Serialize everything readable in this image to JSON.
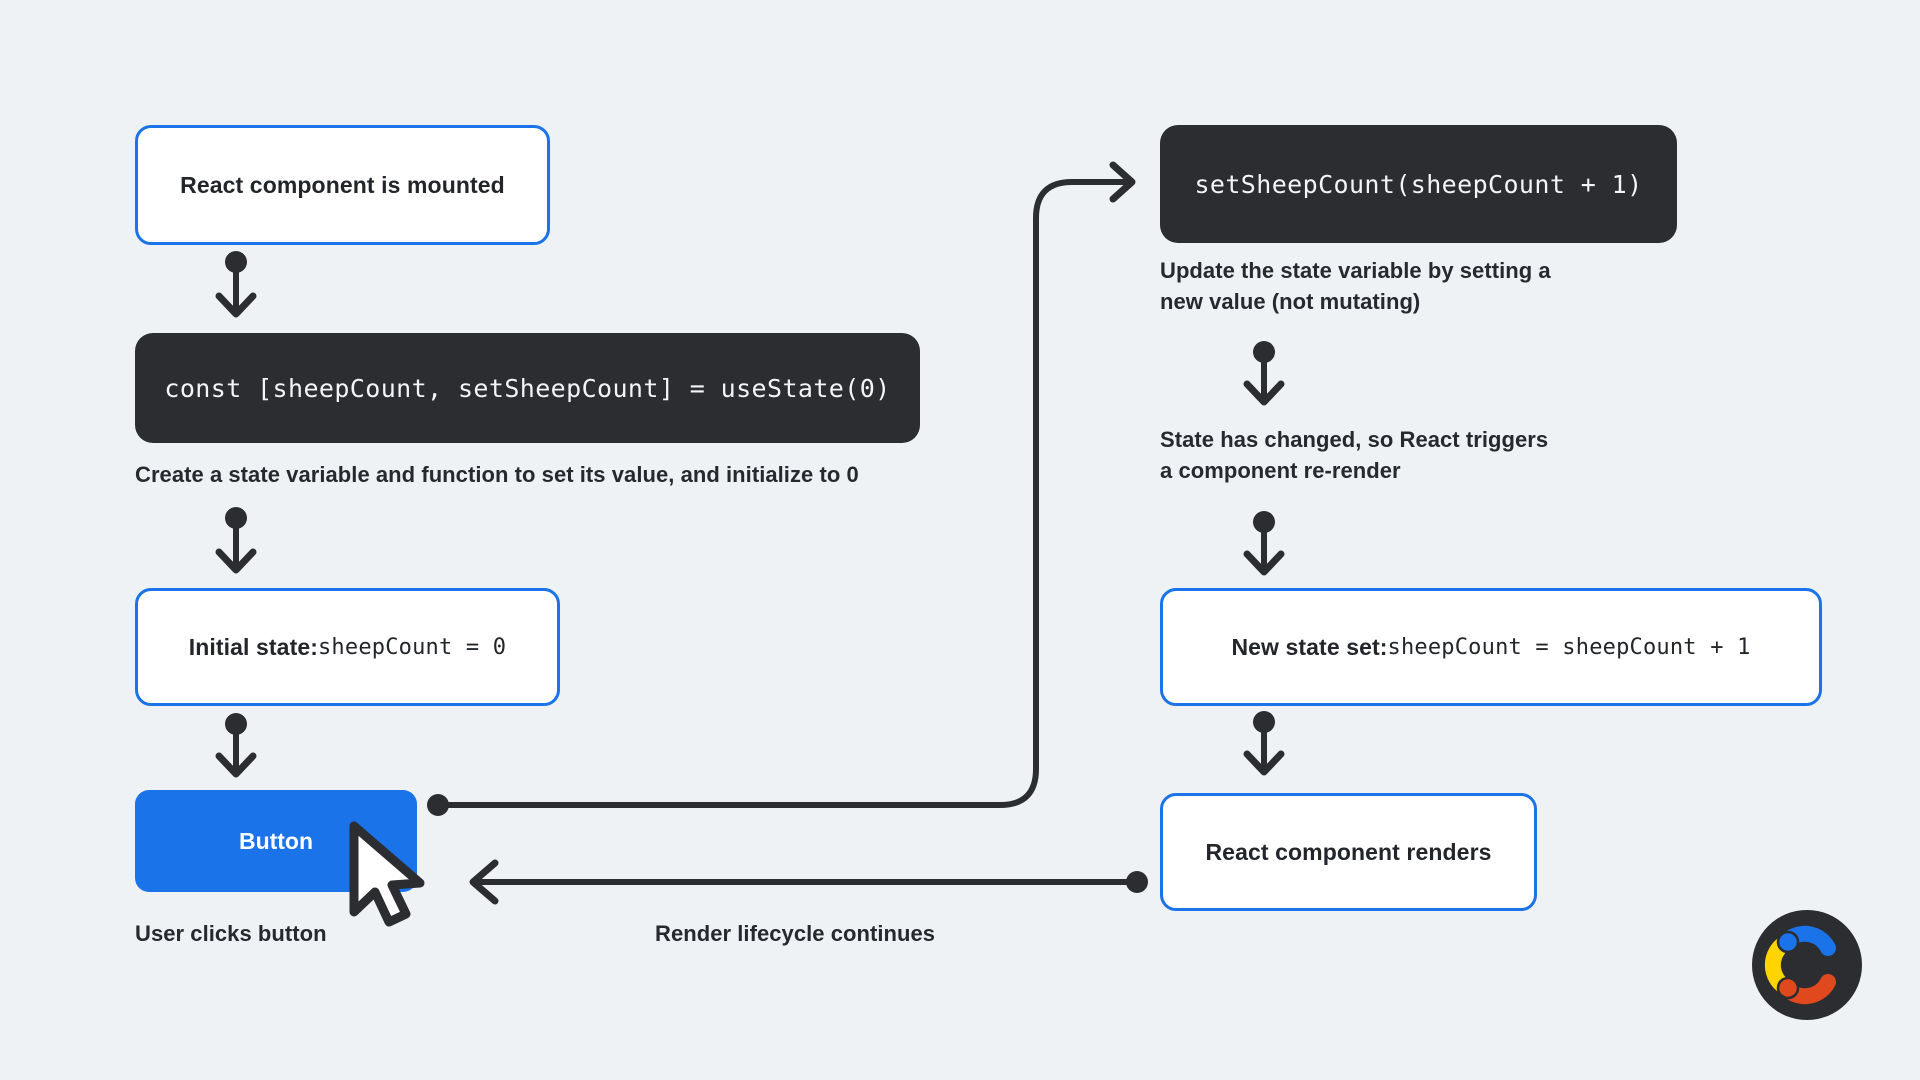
{
  "meta": {
    "title": "React useState lifecycle flow diagram",
    "background_color": "#eef2f5",
    "accent_blue": "#1a73e8",
    "dark": "#2b2d31",
    "text_color": "#262a2e"
  },
  "nodes": {
    "mounted": {
      "label": "React component is mounted"
    },
    "usestate_code": {
      "label": "const [sheepCount, setSheepCount] = useState(0)"
    },
    "usestate_caption": {
      "label": "Create a state variable and function to set its value, and initialize to 0"
    },
    "initial_state": {
      "prefix": "Initial state: ",
      "code": "sheepCount = 0"
    },
    "button": {
      "label": "Button"
    },
    "button_caption": {
      "label": "User clicks button"
    },
    "setter_code": {
      "label": "setSheepCount(sheepCount + 1)"
    },
    "setter_caption": {
      "label": "Update the state variable by setting a\nnew value (not mutating)"
    },
    "rerender_caption": {
      "label": "State has changed, so React triggers\na component re-render"
    },
    "new_state": {
      "prefix": "New state set: ",
      "code": "sheepCount = sheepCount + 1"
    },
    "renders": {
      "label": "React component renders"
    },
    "loop_caption": {
      "label": "Render lifecycle continues"
    }
  },
  "logo": {
    "name": "codecademy-c-logo",
    "circle_color": "#2b2d31",
    "arc_blue": "#1a73e8",
    "arc_yellow": "#ffd400",
    "arc_orange": "#e0481e"
  }
}
